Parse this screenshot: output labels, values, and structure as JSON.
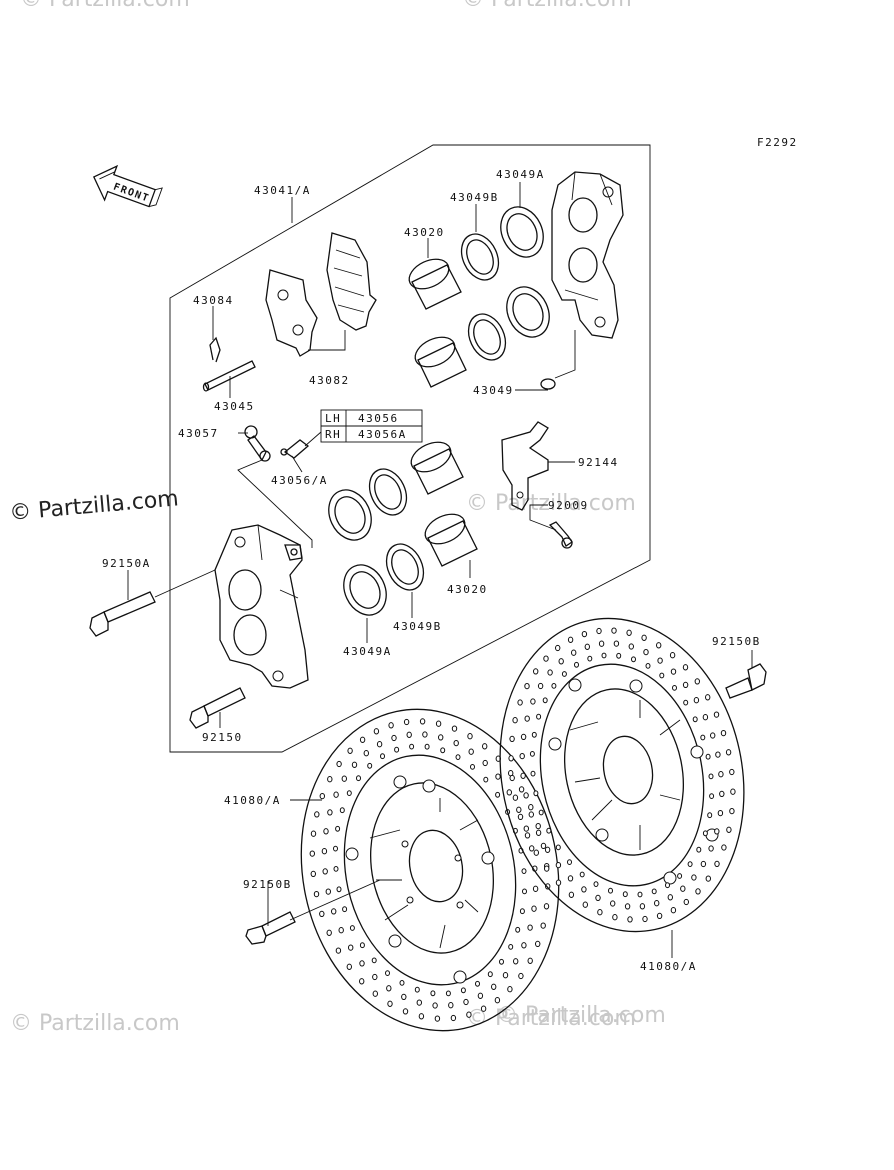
{
  "figure_code": "F2292",
  "front_label": "FRONT",
  "watermark": "© Partzilla.com",
  "table": {
    "rows": [
      {
        "side": "LH",
        "part": "43056"
      },
      {
        "side": "RH",
        "part": "43056A"
      }
    ]
  },
  "callouts": {
    "c43041A": "43041/A",
    "c43049A_top": "43049A",
    "c43049B_top": "43049B",
    "c43020_top": "43020",
    "c43084": "43084",
    "c43082": "43082",
    "c43045": "43045",
    "c43049": "43049",
    "c43057": "43057",
    "c43056A": "43056/A",
    "c92144": "92144",
    "c92009": "92009",
    "c92150A": "92150A",
    "c43020_bot": "43020",
    "c43049B_bot": "43049B",
    "c43049A_bot": "43049A",
    "c92150": "92150",
    "c92150B_right": "92150B",
    "c41080A_left": "41080/A",
    "c92150B_left": "92150B",
    "c41080A_right": "41080/A"
  }
}
